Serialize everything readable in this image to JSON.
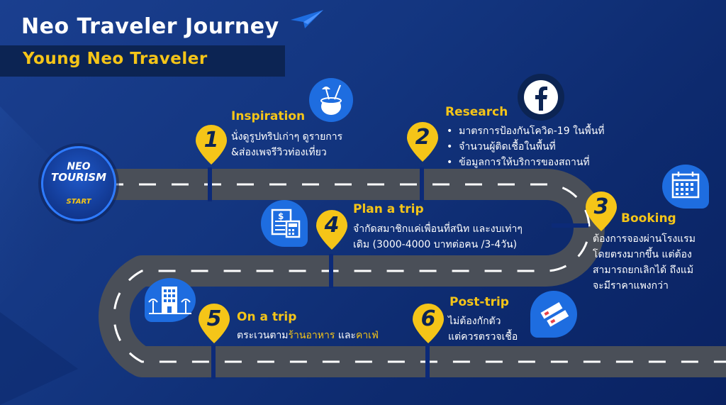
{
  "header": {
    "title": "Neo Traveler Journey",
    "subtitle": "Young Neo Traveler"
  },
  "logo": {
    "neo": "NEO",
    "tourism": "TOURISM",
    "start": "START"
  },
  "steps": [
    {
      "number": "1",
      "title": "Inspiration",
      "lines": [
        "นั่งดูรูปทริปเก่าๆ ดูรายการ",
        "&ส่องเพจรีวิวท่องเที่ยว"
      ],
      "icon": "coconut-drink-icon"
    },
    {
      "number": "2",
      "title": "Research",
      "lines": [
        "มาตรการป้องกันโควิด-19 ในพื้นที่",
        "จำนวนผู้ติดเชื้อในพื้นที่",
        "ข้อมูลการให้บริการของสถานที่"
      ],
      "icon": "facebook-icon"
    },
    {
      "number": "3",
      "title": "Booking",
      "lines": [
        "ต้องการจองผ่านโรงแรม",
        "โดยตรงมากขึ้น แต่ต้อง",
        "สามารถยกเลิกได้ ถึงแม้",
        "จะมีราคาแพงกว่า"
      ],
      "icon": "calendar-icon"
    },
    {
      "number": "4",
      "title": "Plan a trip",
      "lines": [
        "จำกัดสมาชิกแค่เพื่อนที่สนิท และงบเท่าๆ",
        "เดิม (3000-4000 บาทต่อคน /3-4วัน)"
      ],
      "icon": "budget-calculator-icon"
    },
    {
      "number": "5",
      "title": "On a trip",
      "line_prefix": "ตระเวนตาม",
      "line_hl1": "ร้านอาหาร",
      "line_mid": " และ",
      "line_hl2": "คาเฟ่",
      "icon": "hotel-icon"
    },
    {
      "number": "6",
      "title": "Post-trip",
      "lines": [
        "ไม่ต้องกักตัว",
        "แต่ควรตรวจเชื้อ"
      ],
      "icon": "test-kit-icon"
    }
  ],
  "colors": {
    "accent": "#f5c518",
    "background": "#13357f",
    "road": "#4a4f58",
    "icon_bg": "#1e6de0"
  }
}
